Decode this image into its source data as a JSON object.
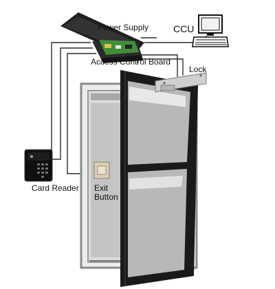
{
  "labels": {
    "power_supply": "Power Supply",
    "ccu": "CCU",
    "access_control_board": "Access Control Board",
    "lock": "Lock",
    "card_reader": "Card Reader",
    "exit_button_line1": "Exit",
    "exit_button_line2": "Button"
  },
  "components": [
    {
      "name": "power-supply",
      "icon": "power-supply-box-icon"
    },
    {
      "name": "access-control-board",
      "icon": "circuit-board-icon"
    },
    {
      "name": "ccu",
      "icon": "computer-terminal-icon"
    },
    {
      "name": "lock",
      "icon": "electric-lock-icon"
    },
    {
      "name": "card-reader",
      "icon": "keypad-reader-icon"
    },
    {
      "name": "exit-button",
      "icon": "push-button-icon"
    },
    {
      "name": "door",
      "icon": "door-icon"
    }
  ],
  "colors": {
    "door_frame": "#1a1a1a",
    "wall_frame": "#8a8a8a",
    "wiring": "#2a2a2a",
    "board_green": "#3f8f3a",
    "glass": "#b8b8b8"
  }
}
